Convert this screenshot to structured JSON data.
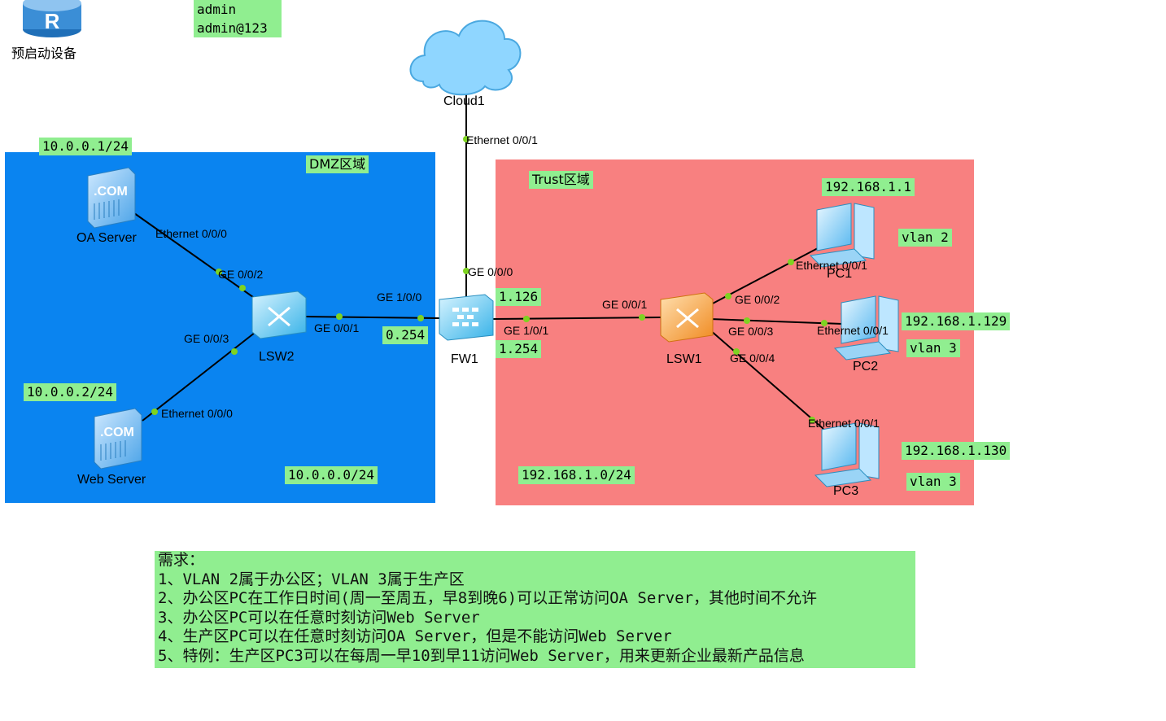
{
  "legend_device": {
    "label": "预启动设备",
    "icon": "router-icon"
  },
  "credentials": {
    "user": "admin",
    "password": "admin@123"
  },
  "zones": {
    "dmz": {
      "label": "DMZ区域",
      "subnet": "10.0.0.0/24",
      "color": "#0a84f0"
    },
    "trust": {
      "label": "Trust区域",
      "subnet": "192.168.1.0/24",
      "color": "#f88080"
    }
  },
  "devices": {
    "cloud1": "Cloud1",
    "oa_server": "OA Server",
    "web_server": "Web Server",
    "lsw2": "LSW2",
    "fw1": "FW1",
    "lsw1": "LSW1",
    "pc1": "PC1",
    "pc2": "PC2",
    "pc3": "PC3"
  },
  "addresses": {
    "oa_server_ip": "10.0.0.1/24",
    "web_server_ip": "10.0.0.2/24",
    "fw1_dmz_ip": "0.254",
    "fw1_outside_ip": "1.126",
    "fw1_trust_ip": "1.254",
    "pc1_ip": "192.168.1.1",
    "pc2_ip": "192.168.1.129",
    "pc3_ip": "192.168.1.130",
    "pc1_vlan": "vlan 2",
    "pc2_vlan": "vlan 3",
    "pc3_vlan": "vlan 3"
  },
  "ports": {
    "cloud_eth": "Ethernet 0/0/1",
    "fw1_ge000": "GE 0/0/0",
    "fw1_ge100": "GE 1/0/0",
    "fw1_ge101": "GE 1/0/1",
    "lsw2_ge001": "GE 0/0/1",
    "lsw2_ge002": "GE 0/0/2",
    "lsw2_ge003": "GE 0/0/3",
    "oa_eth": "Ethernet 0/0/0",
    "web_eth": "Ethernet 0/0/0",
    "lsw1_ge001": "GE 0/0/1",
    "lsw1_ge002": "GE 0/0/2",
    "lsw1_ge003": "GE 0/0/3",
    "lsw1_ge004": "GE 0/0/4",
    "pc1_eth": "Ethernet 0/0/1",
    "pc2_eth": "Ethernet 0/0/1",
    "pc3_eth": "Ethernet 0/0/1"
  },
  "requirements": {
    "title": "需求：",
    "items": [
      "1、VLAN 2属于办公区；VLAN 3属于生产区",
      "2、办公区PC在工作日时间(周一至周五，早8到晚6)可以正常访问OA Server，其他时间不允许",
      "3、办公区PC可以在任意时刻访问Web Server",
      "4、生产区PC可以在任意时刻访问OA Server，但是不能访问Web Server",
      "5、特例：生产区PC3可以在每周一早10到早11访问Web Server，用来更新企业最新产品信息"
    ]
  }
}
